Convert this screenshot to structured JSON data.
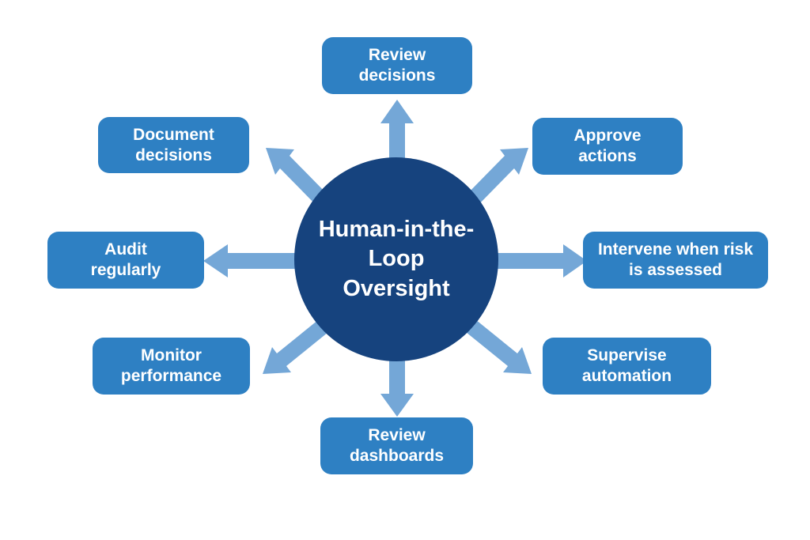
{
  "diagram": {
    "type": "hub-and-spoke",
    "background_color": "#ffffff",
    "colors": {
      "node_fill": "#2e80c3",
      "center_fill": "#16437e",
      "arrow_fill": "#74a7d7",
      "text": "#ffffff"
    },
    "center": {
      "lines": [
        "Human-in-the-Loop",
        "Oversight"
      ]
    },
    "nodes": [
      {
        "id": "review-decisions",
        "label": "Review decisions",
        "position": "top"
      },
      {
        "id": "approve-actions",
        "label": "Approve actions",
        "position": "top-right"
      },
      {
        "id": "intervene-when-risk",
        "label": "Intervene when risk is assessed",
        "position": "right"
      },
      {
        "id": "supervise-automation",
        "label": "Supervise automation",
        "position": "bottom-right"
      },
      {
        "id": "review-dashboards",
        "label": "Review dashboards",
        "position": "bottom"
      },
      {
        "id": "monitor-performance",
        "label": "Monitor performance",
        "position": "bottom-left"
      },
      {
        "id": "audit-regularly",
        "label": "Audit regularly",
        "position": "left"
      },
      {
        "id": "document-decisions",
        "label": "Document decisions",
        "position": "top-left"
      }
    ]
  }
}
